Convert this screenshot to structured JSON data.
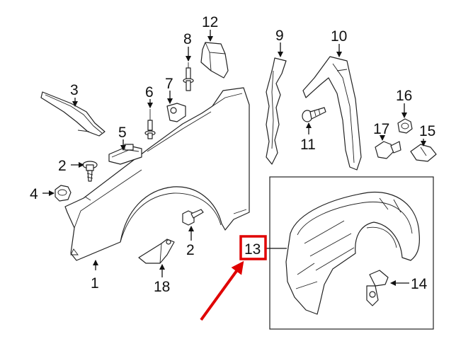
{
  "diagram": {
    "callouts": [
      {
        "id": "1",
        "label": "1"
      },
      {
        "id": "2a",
        "label": "2"
      },
      {
        "id": "2b",
        "label": "2"
      },
      {
        "id": "3",
        "label": "3"
      },
      {
        "id": "4",
        "label": "4"
      },
      {
        "id": "5",
        "label": "5"
      },
      {
        "id": "6",
        "label": "6"
      },
      {
        "id": "7",
        "label": "7"
      },
      {
        "id": "8",
        "label": "8"
      },
      {
        "id": "9",
        "label": "9"
      },
      {
        "id": "10",
        "label": "10"
      },
      {
        "id": "11",
        "label": "11"
      },
      {
        "id": "12",
        "label": "12"
      },
      {
        "id": "13",
        "label": "13"
      },
      {
        "id": "14",
        "label": "14"
      },
      {
        "id": "15",
        "label": "15"
      },
      {
        "id": "16",
        "label": "16"
      },
      {
        "id": "17",
        "label": "17"
      },
      {
        "id": "18",
        "label": "18"
      }
    ],
    "highlight": {
      "target": "13",
      "box_color": "#e00000",
      "arrow_color": "#e00000"
    }
  }
}
